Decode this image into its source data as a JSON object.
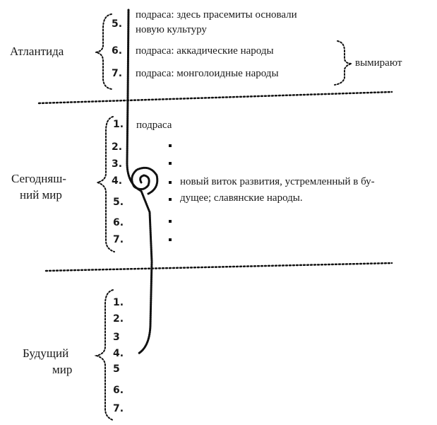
{
  "atlantis": {
    "label": "Атлантида",
    "numbers": [
      "5.",
      "6.",
      "7."
    ],
    "items": [
      "подраса: здесь прасемиты основали",
      "новую культуру",
      "подраса: аккадические народы",
      "подраса: монголоидные народы"
    ],
    "note": "вымирают"
  },
  "present": {
    "label_line1": "Сегодняш-",
    "label_line2": "ний мир",
    "numbers": [
      "1.",
      "2.",
      "3.",
      "4.",
      "5.",
      "6.",
      "7."
    ],
    "item1": "подраса",
    "note_line1": "новый виток развития, устремленный в бу-",
    "note_line2": "дущее; славянские народы."
  },
  "future": {
    "label_line1": "Будущий",
    "label_line2": "мир",
    "numbers": [
      "1.",
      "2.",
      "3",
      "4.",
      "5",
      "6.",
      "7."
    ]
  }
}
